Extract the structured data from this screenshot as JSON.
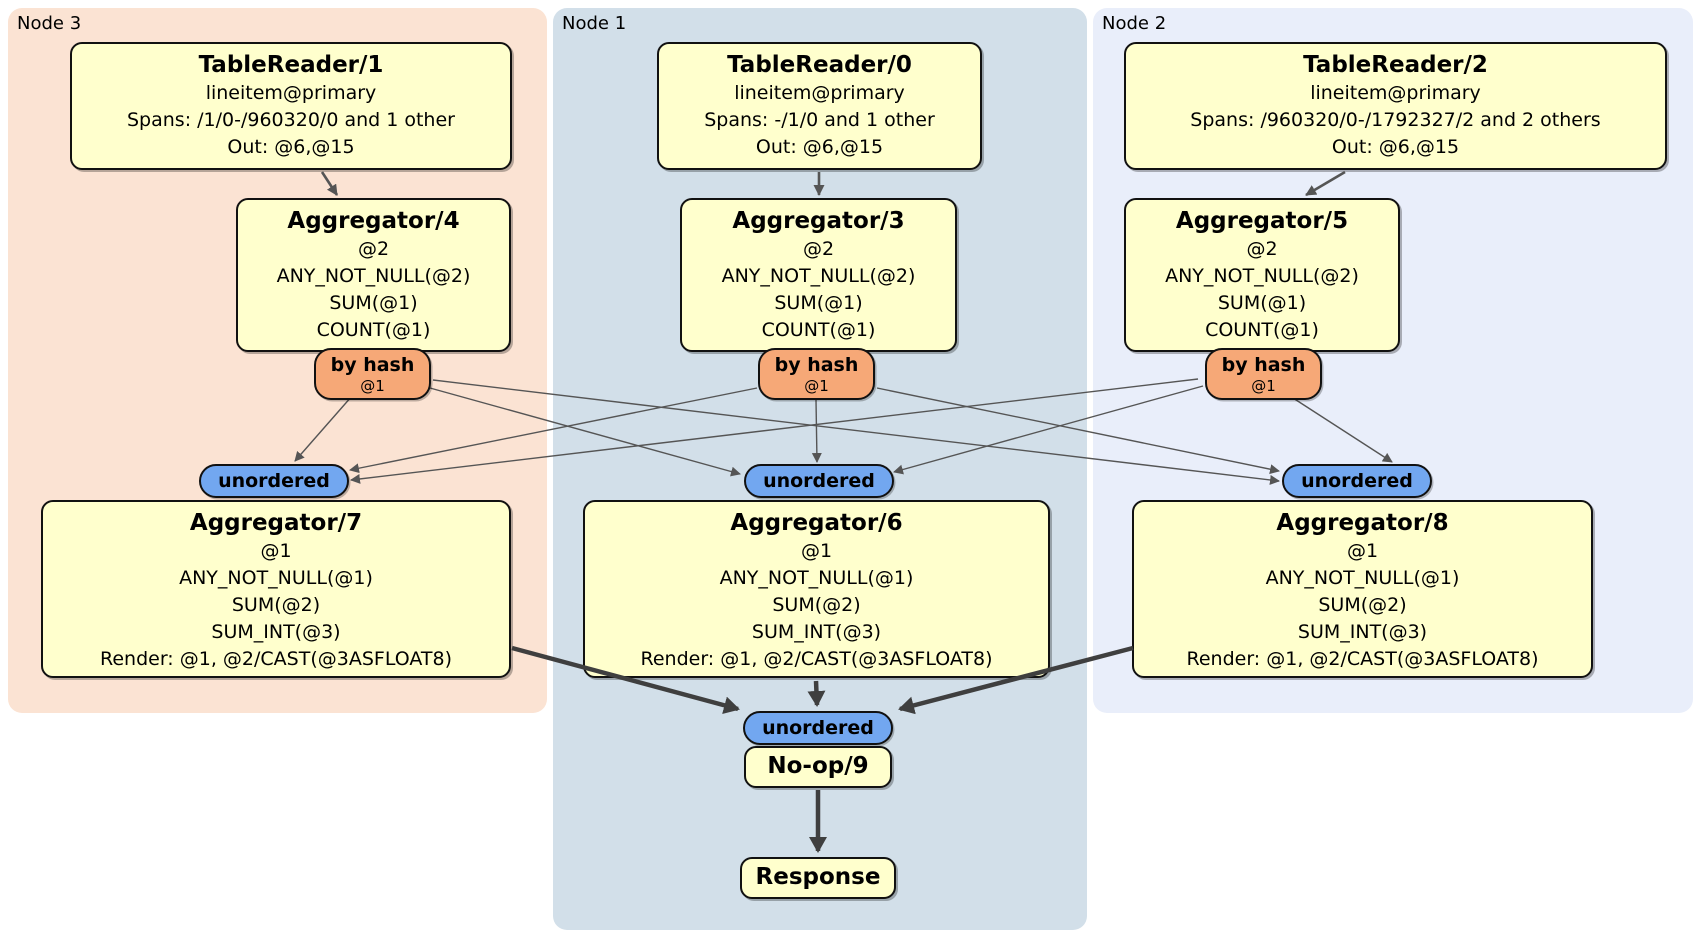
{
  "regions": [
    {
      "label": "Node 3"
    },
    {
      "label": "Node 1"
    },
    {
      "label": "Node 2"
    }
  ],
  "processors": {
    "tr1": {
      "title": "TableReader/1",
      "lines": [
        "lineitem@primary",
        "Spans: /1/0-/960320/0 and 1 other",
        "Out: @6,@15"
      ]
    },
    "tr0": {
      "title": "TableReader/0",
      "lines": [
        "lineitem@primary",
        "Spans: -/1/0 and 1 other",
        "Out: @6,@15"
      ]
    },
    "tr2": {
      "title": "TableReader/2",
      "lines": [
        "lineitem@primary",
        "Spans: /960320/0-/1792327/2 and 2 others",
        "Out: @6,@15"
      ]
    },
    "agg4": {
      "title": "Aggregator/4",
      "lines": [
        "@2",
        "ANY_NOT_NULL(@2)",
        "SUM(@1)",
        "COUNT(@1)"
      ]
    },
    "agg3": {
      "title": "Aggregator/3",
      "lines": [
        "@2",
        "ANY_NOT_NULL(@2)",
        "SUM(@1)",
        "COUNT(@1)"
      ]
    },
    "agg5": {
      "title": "Aggregator/5",
      "lines": [
        "@2",
        "ANY_NOT_NULL(@2)",
        "SUM(@1)",
        "COUNT(@1)"
      ]
    },
    "agg7": {
      "title": "Aggregator/7",
      "lines": [
        "@1",
        "ANY_NOT_NULL(@1)",
        "SUM(@2)",
        "SUM_INT(@3)",
        "Render: @1, @2/CAST(@3ASFLOAT8)"
      ]
    },
    "agg6": {
      "title": "Aggregator/6",
      "lines": [
        "@1",
        "ANY_NOT_NULL(@1)",
        "SUM(@2)",
        "SUM_INT(@3)",
        "Render: @1, @2/CAST(@3ASFLOAT8)"
      ]
    },
    "agg8": {
      "title": "Aggregator/8",
      "lines": [
        "@1",
        "ANY_NOT_NULL(@1)",
        "SUM(@2)",
        "SUM_INT(@3)",
        "Render: @1, @2/CAST(@3ASFLOAT8)"
      ]
    },
    "noop": {
      "title": "No-op/9",
      "lines": []
    },
    "response": {
      "title": "Response",
      "lines": []
    }
  },
  "routers": [
    {
      "label": "by hash",
      "detail": "@1"
    },
    {
      "label": "by hash",
      "detail": "@1"
    },
    {
      "label": "by hash",
      "detail": "@1"
    }
  ],
  "synchronizers": [
    {
      "label": "unordered"
    },
    {
      "label": "unordered"
    },
    {
      "label": "unordered"
    },
    {
      "label": "unordered"
    }
  ],
  "colors": {
    "node3_bg": "#fbe3d3",
    "node1_bg": "#d2dfe9",
    "node2_bg": "#e9eefa",
    "processor_bg": "#ffffcd",
    "router_bg": "#f6a877",
    "synchronizer_bg": "#72a7f0",
    "edge_thin": "#555555",
    "edge_thick": "#3f3f3f",
    "border": "#111111"
  }
}
